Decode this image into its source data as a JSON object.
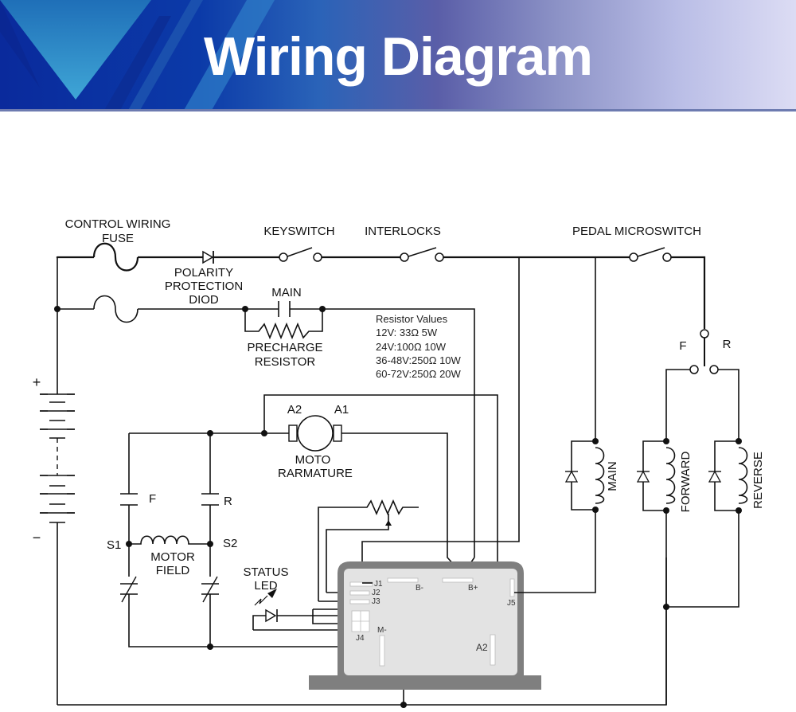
{
  "header": {
    "title": "Wiring Diagram",
    "colors": {
      "banner_dark": "#0a2a9c",
      "banner_light": "#dcdcf4",
      "title_text": "#ffffff"
    }
  },
  "diagram": {
    "labels": {
      "control_fuse_line1": "CONTROL WIRING",
      "control_fuse_line2": "FUSE",
      "keyswitch": "KEYSWITCH",
      "interlocks": "INTERLOCKS",
      "pedal_microswitch": "PEDAL MICROSWITCH",
      "diode_line1": "POLARITY",
      "diode_line2": "PROTECTION",
      "diode_line3": "DIOD",
      "main_contact": "MAIN",
      "precharge_line1": "PRECHARGE",
      "precharge_line2": "RESISTOR",
      "fr_switch_f": "F",
      "fr_switch_r": "R",
      "battery_plus": "+",
      "battery_minus": "−",
      "armature_a2": "A2",
      "armature_a1": "A1",
      "armature_line1": "MOTO",
      "armature_line2": "RARMATURE",
      "contact_f": "F",
      "contact_r": "R",
      "s1": "S1",
      "s2": "S2",
      "field_line1": "MOTOR",
      "field_line2": "FIELD",
      "status_line1": "STATUS",
      "status_line2": "LED",
      "coil_main": "MAIN",
      "coil_forward": "FORWARD",
      "coil_reverse": "REVERSE"
    },
    "resistor_table": {
      "title": "Resistor Values",
      "rows": [
        "12V: 33Ω 5W",
        "24V:100Ω 10W",
        "36-48V:250Ω 10W",
        "60-72V:250Ω 20W"
      ]
    },
    "controller_terminals": {
      "j1": "J1",
      "j2": "J2",
      "j3": "J3",
      "j4": "J4",
      "j5": "J5",
      "b_minus": "B-",
      "b_plus": "B+",
      "m_minus": "M-",
      "a2": "A2"
    }
  }
}
